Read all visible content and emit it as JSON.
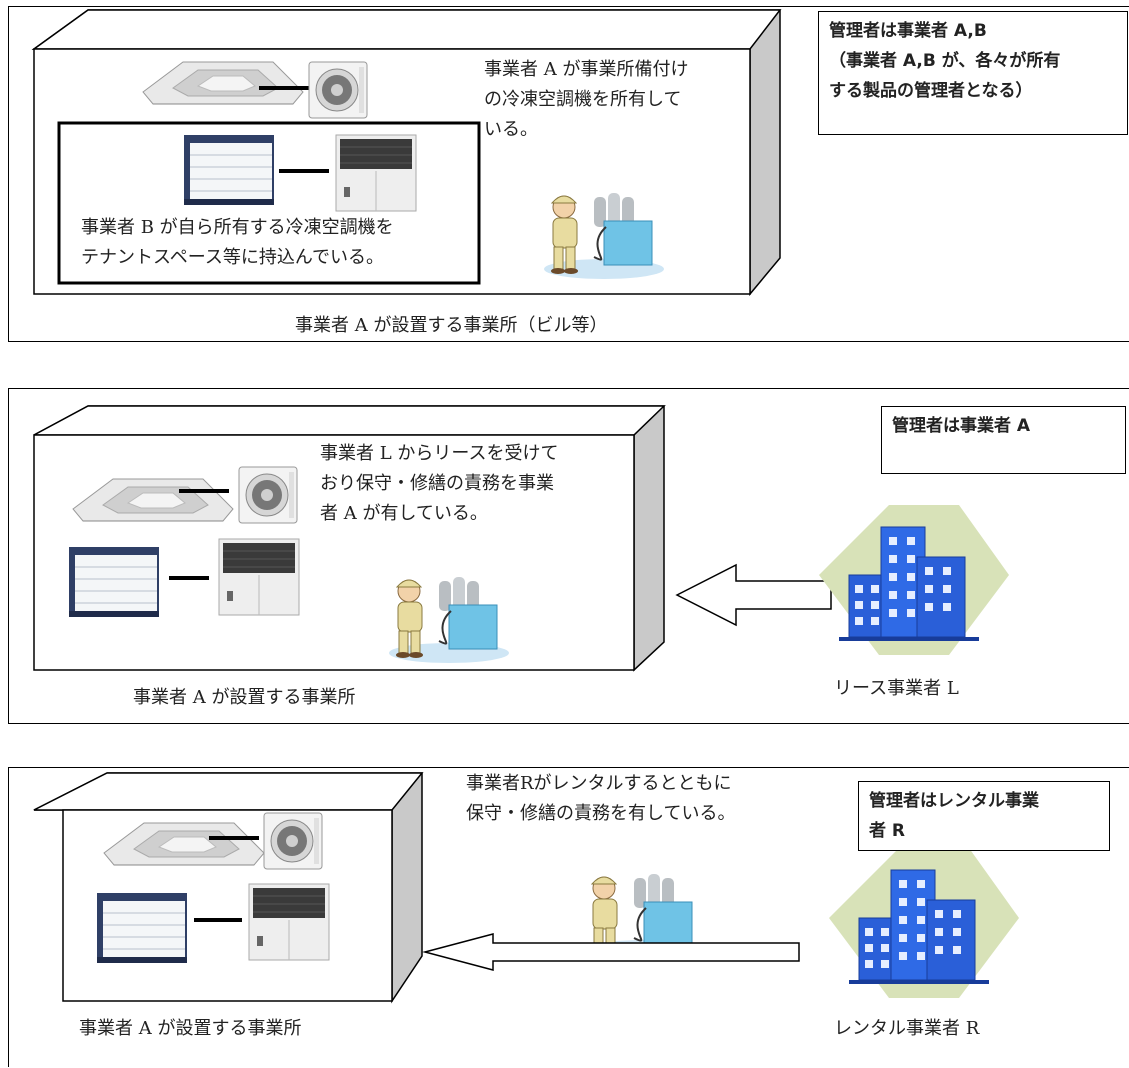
{
  "panels": [
    {
      "owner_note": "事業者 A が事業所備付け\nの冷凍空調機を所有して\nいる。",
      "inner_note": "事業者 B が自ら所有する冷凍空調機を\nテナントスペース等に持込んでいる。",
      "caption": "事業者 A が設置する事業所（ビル等）",
      "manager_box": "管理者は事業者 A,B\n（事業者 A,B が、各々が所有\nする製品の管理者となる）"
    },
    {
      "owner_note": "事業者 L からリースを受けて\nおり保守・修繕の責務を事業\n者 A が有している。",
      "caption": "事業者 A が設置する事業所",
      "manager_box": "管理者は事業者 A",
      "provider_caption": "リース事業者 L"
    },
    {
      "owner_note": "事業者Rがレンタルするとともに\n保守・修繕の責務を有している。",
      "caption": "事業者 A が設置する事業所",
      "manager_box": "管理者はレンタル事業\n者 R",
      "provider_caption": "レンタル事業者 R"
    }
  ],
  "icons": [
    "ceiling-ac-unit-icon",
    "outdoor-fan-unit-icon",
    "showcase-refrigerator-icon",
    "condensing-unit-icon",
    "technician-icon",
    "office-building-icon",
    "arrow-left-icon"
  ],
  "colors": {
    "building_blue": "#2a5fd8",
    "building_bg": "#d8e2b8",
    "machine_blue": "#6fc3e6",
    "uniform": "#e8dca0"
  }
}
